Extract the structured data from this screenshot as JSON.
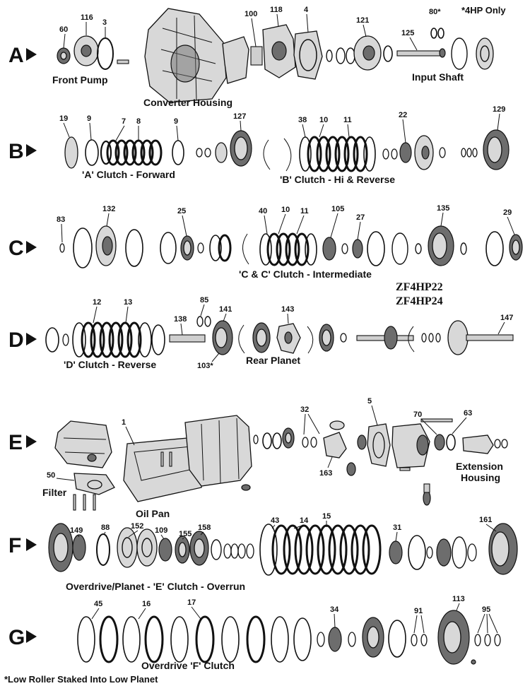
{
  "top_note": "*4HP Only",
  "bottom_note": "*Low Roller Staked Into Low Planet",
  "models": [
    "ZF4HP22",
    "ZF4HP24"
  ],
  "rows": [
    {
      "letter": "A",
      "labels": [
        "Front Pump",
        "Converter Housing",
        "Input Shaft"
      ],
      "callouts": [
        "60",
        "116",
        "3",
        "100",
        "118",
        "4",
        "121",
        "125",
        "80*"
      ]
    },
    {
      "letter": "B",
      "labels": [
        "'A' Clutch - Forward",
        "'B' Clutch - Hi & Reverse"
      ],
      "callouts": [
        "19",
        "9",
        "7",
        "8",
        "9",
        "127",
        "38",
        "10",
        "11",
        "22",
        "129"
      ]
    },
    {
      "letter": "C",
      "labels": [
        "'C & C' Clutch - Intermediate"
      ],
      "callouts": [
        "83",
        "132",
        "25",
        "40",
        "10",
        "11",
        "105",
        "27",
        "135",
        "29"
      ]
    },
    {
      "letter": "D",
      "labels": [
        "'D' Clutch - Reverse",
        "Rear Planet"
      ],
      "callouts": [
        "12",
        "13",
        "138",
        "85",
        "141",
        "143",
        "147",
        "103*"
      ]
    },
    {
      "letter": "E",
      "labels": [
        "Filter",
        "Oil Pan",
        "Extension",
        "Housing"
      ],
      "callouts": [
        "1",
        "50",
        "32",
        "5",
        "70",
        "63",
        "163"
      ]
    },
    {
      "letter": "F",
      "labels": [
        "Overdrive/Planet - 'E' Clutch - Overrun"
      ],
      "callouts": [
        "149",
        "88",
        "152",
        "109",
        "155",
        "158",
        "43",
        "14",
        "15",
        "31",
        "161"
      ]
    },
    {
      "letter": "G",
      "labels": [
        "Overdrive 'F' Clutch"
      ],
      "callouts": [
        "45",
        "16",
        "17",
        "34",
        "91",
        "113",
        "95"
      ]
    }
  ]
}
